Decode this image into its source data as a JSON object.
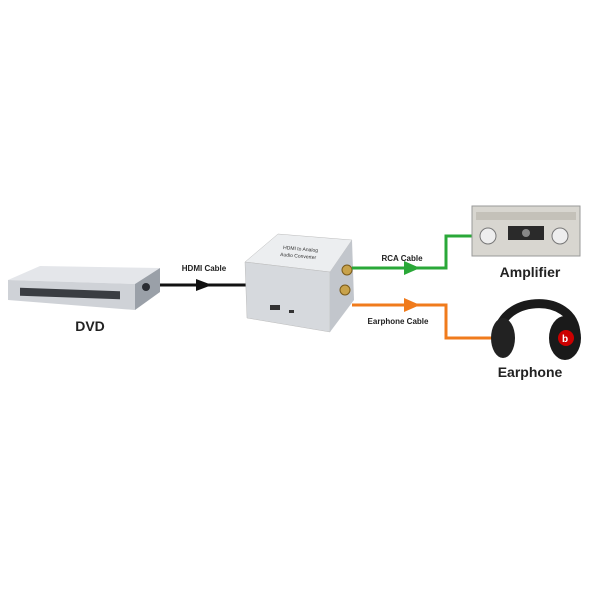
{
  "devices": {
    "dvd": "DVD",
    "amplifier": "Amplifier",
    "earphone": "Earphone",
    "converter": "HDMI to Analog Audio Converter"
  },
  "cables": {
    "hdmi": "HDMI Cable",
    "rca": "RCA Cable",
    "earphone": "Earphone Cable"
  },
  "colors": {
    "hdmi": "#111111",
    "rca": "#2aa838",
    "earphone": "#f07b1c"
  }
}
